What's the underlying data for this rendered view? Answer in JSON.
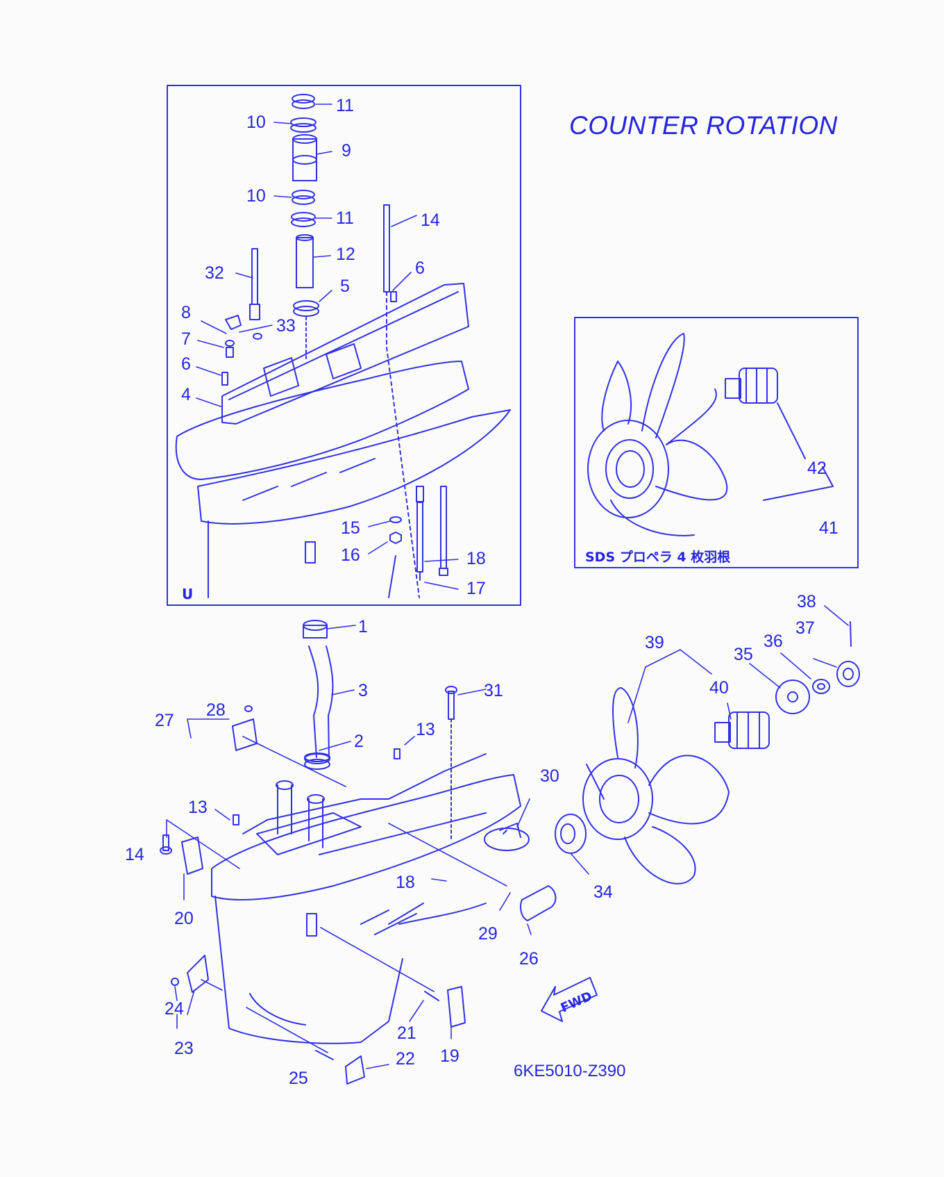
{
  "title": "COUNTER ROTATION",
  "drawing_code": "6KE5010-Z390",
  "inset_caption": "SDS プロペラ 4 枚羽根",
  "inset_marker": "U",
  "fwd_label": "FWD",
  "accent_color": "#2424e0",
  "callouts": [
    "11",
    "10",
    "9",
    "10",
    "11",
    "14",
    "12",
    "32",
    "6",
    "5",
    "8",
    "33",
    "7",
    "6",
    "4",
    "15",
    "16",
    "18",
    "17",
    "42",
    "41",
    "1",
    "38",
    "3",
    "37",
    "39",
    "36",
    "35",
    "31",
    "28",
    "40",
    "27",
    "13",
    "2",
    "30",
    "13",
    "14",
    "34",
    "18",
    "20",
    "29",
    "26",
    "24",
    "23",
    "21",
    "19",
    "25",
    "22"
  ]
}
